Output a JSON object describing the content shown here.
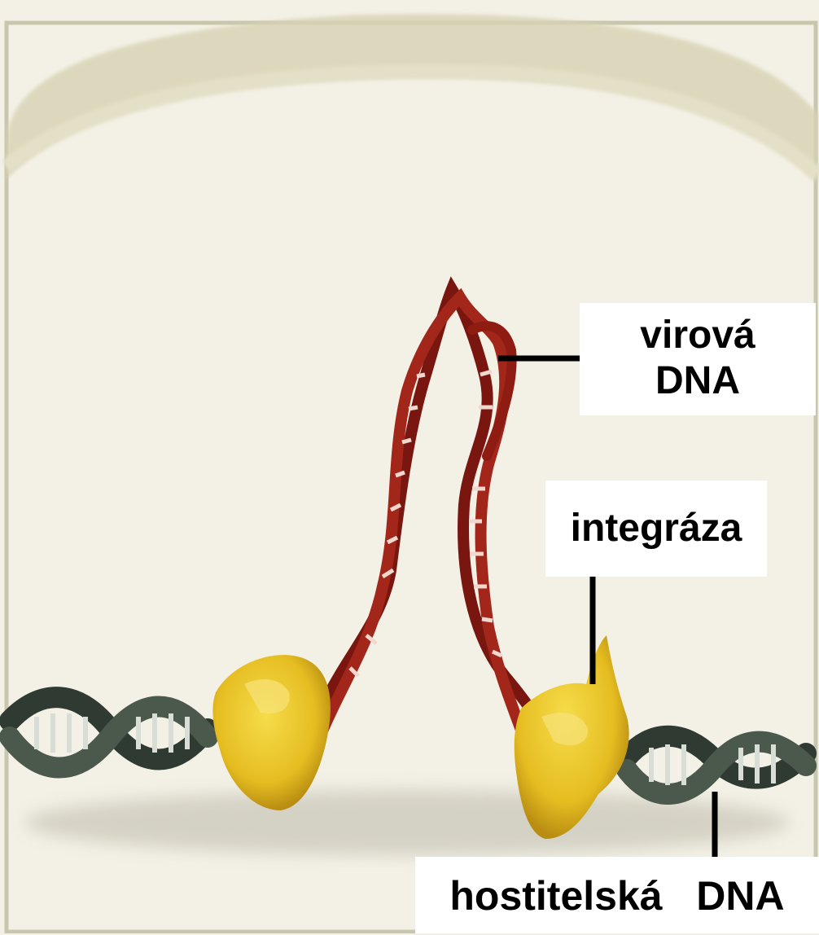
{
  "labels": {
    "viral_dna_line1": "virová",
    "viral_dna_line2": "DNA",
    "integrase": "integráza",
    "host_dna_word1": "hostitelská",
    "host_dna_word2": "DNA"
  },
  "colors": {
    "background": "#f3f1e6",
    "frame": "#c9c6ae",
    "viral_dna": "#8e1c12",
    "integrase": "#e9c326",
    "host_dna": "#3d4a40",
    "label_box": "#ffffff",
    "label_text": "#000000"
  }
}
